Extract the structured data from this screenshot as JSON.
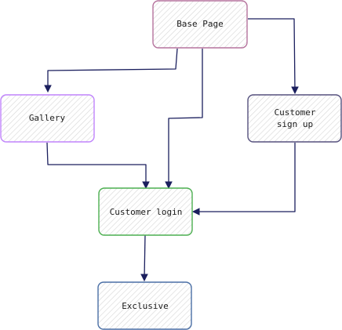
{
  "diagram": {
    "nodes": {
      "base_page": {
        "label_lines": [
          "Base Page"
        ],
        "stroke": "#b5739d",
        "hatch": "#d8d8d8"
      },
      "gallery": {
        "label_lines": [
          "Gallery"
        ],
        "stroke": "#c084fc",
        "hatch": "#d8d8d8"
      },
      "customer_sign_up": {
        "label_lines": [
          "Customer",
          "sign up"
        ],
        "stroke": "#56517e",
        "hatch": "#d8d8d8"
      },
      "customer_login": {
        "label_lines": [
          "Customer login"
        ],
        "stroke": "#4caf50",
        "hatch": "#d8d8d8"
      },
      "exclusive": {
        "label_lines": [
          "Exclusive"
        ],
        "stroke": "#4a6fa5",
        "hatch": "#d8d8d8"
      }
    },
    "edge_color": "#1b1f5e",
    "edges": [
      {
        "from": "base_page",
        "to": "gallery"
      },
      {
        "from": "base_page",
        "to": "customer_login"
      },
      {
        "from": "base_page",
        "to": "customer_sign_up"
      },
      {
        "from": "gallery",
        "to": "customer_login"
      },
      {
        "from": "customer_sign_up",
        "to": "customer_login"
      },
      {
        "from": "customer_login",
        "to": "exclusive"
      }
    ]
  }
}
